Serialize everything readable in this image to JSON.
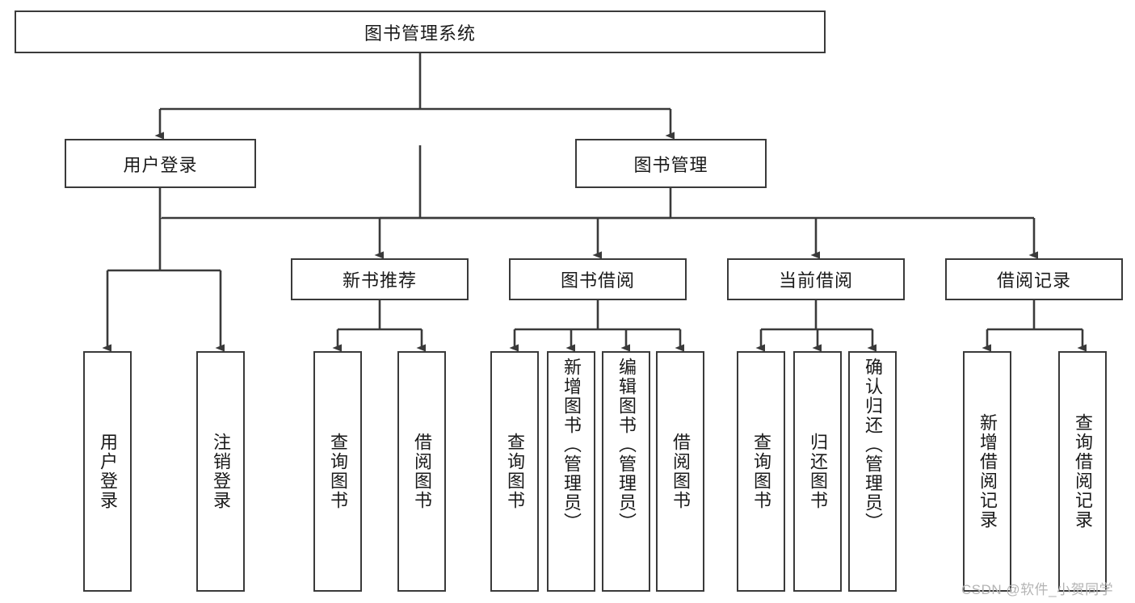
{
  "diagram": {
    "type": "tree",
    "title": "图书管理系统",
    "watermark": "CSDN @软件_小贺同学",
    "colors": {
      "stroke": "#3a3a3a",
      "fill": "#ffffff",
      "text": "#1a1a1a",
      "watermark": "#b4b4b4"
    },
    "nodes": {
      "root": {
        "label": "图书管理系统",
        "orientation": "horizontal"
      },
      "level2": [
        {
          "id": "user-login",
          "label": "用户登录",
          "orientation": "horizontal"
        },
        {
          "id": "book-manage",
          "label": "图书管理",
          "orientation": "horizontal"
        }
      ],
      "level3": [
        {
          "id": "new-book-recommend",
          "label": "新书推荐",
          "orientation": "horizontal"
        },
        {
          "id": "book-borrow",
          "label": "图书借阅",
          "orientation": "horizontal"
        },
        {
          "id": "current-borrow",
          "label": "当前借阅",
          "orientation": "horizontal"
        },
        {
          "id": "borrow-record",
          "label": "借阅记录",
          "orientation": "horizontal"
        }
      ],
      "leaves": [
        {
          "id": "leaf-user-login",
          "label": "用户登录",
          "parent": "user-login",
          "orientation": "vertical"
        },
        {
          "id": "leaf-user-logout",
          "label": "注销登录",
          "parent": "user-login",
          "orientation": "vertical"
        },
        {
          "id": "leaf-query-book-1",
          "label": "查询图书",
          "parent": "new-book-recommend",
          "orientation": "vertical"
        },
        {
          "id": "leaf-borrow-book-1",
          "label": "借阅图书",
          "parent": "new-book-recommend",
          "orientation": "vertical"
        },
        {
          "id": "leaf-query-book-2",
          "label": "查询图书",
          "parent": "book-borrow",
          "orientation": "vertical"
        },
        {
          "id": "leaf-add-book",
          "label": "新增图书（管理员）",
          "parent": "book-borrow",
          "orientation": "vertical"
        },
        {
          "id": "leaf-edit-book",
          "label": "编辑图书（管理员）",
          "parent": "book-borrow",
          "orientation": "vertical"
        },
        {
          "id": "leaf-borrow-book-2",
          "label": "借阅图书",
          "parent": "book-borrow",
          "orientation": "vertical"
        },
        {
          "id": "leaf-query-book-3",
          "label": "查询图书",
          "parent": "current-borrow",
          "orientation": "vertical"
        },
        {
          "id": "leaf-return-book",
          "label": "归还图书",
          "parent": "current-borrow",
          "orientation": "vertical"
        },
        {
          "id": "leaf-confirm-return",
          "label": "确认归还（管理员）",
          "parent": "current-borrow",
          "orientation": "vertical"
        },
        {
          "id": "leaf-add-record",
          "label": "新增借阅记录",
          "parent": "borrow-record",
          "orientation": "vertical"
        },
        {
          "id": "leaf-query-record",
          "label": "查询借阅记录",
          "parent": "borrow-record",
          "orientation": "vertical"
        }
      ]
    }
  }
}
